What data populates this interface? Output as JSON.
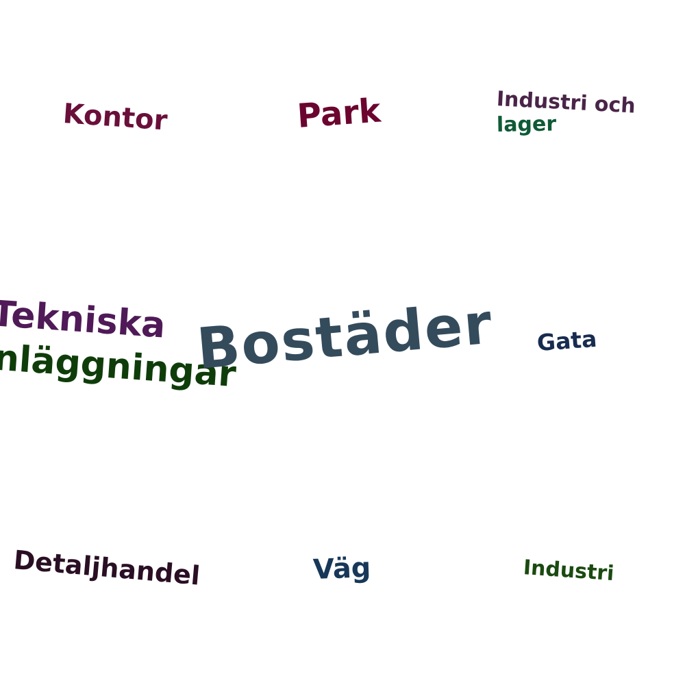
{
  "words": {
    "kontor": {
      "text": "Kontor",
      "color": "#6a0f3a"
    },
    "park": {
      "text": "Park",
      "color": "#6b0530"
    },
    "industri_och": {
      "text": "Industri och",
      "color": "#4a2448"
    },
    "lager": {
      "text": "lager",
      "color": "#0f5a35"
    },
    "tekniska": {
      "text": "Tekniska",
      "color": "#4f1a57"
    },
    "anlaggningar": {
      "text": "anläggningar",
      "color": "#0f3d0a"
    },
    "bostader": {
      "text": "Bostäder",
      "color": "#344b5c"
    },
    "gata": {
      "text": "Gata",
      "color": "#172c4f"
    },
    "detaljhandel": {
      "text": "Detaljhandel",
      "color": "#2a0f24"
    },
    "vag": {
      "text": "Väg",
      "color": "#173858"
    },
    "industri": {
      "text": "Industri",
      "color": "#1a4a10"
    }
  }
}
